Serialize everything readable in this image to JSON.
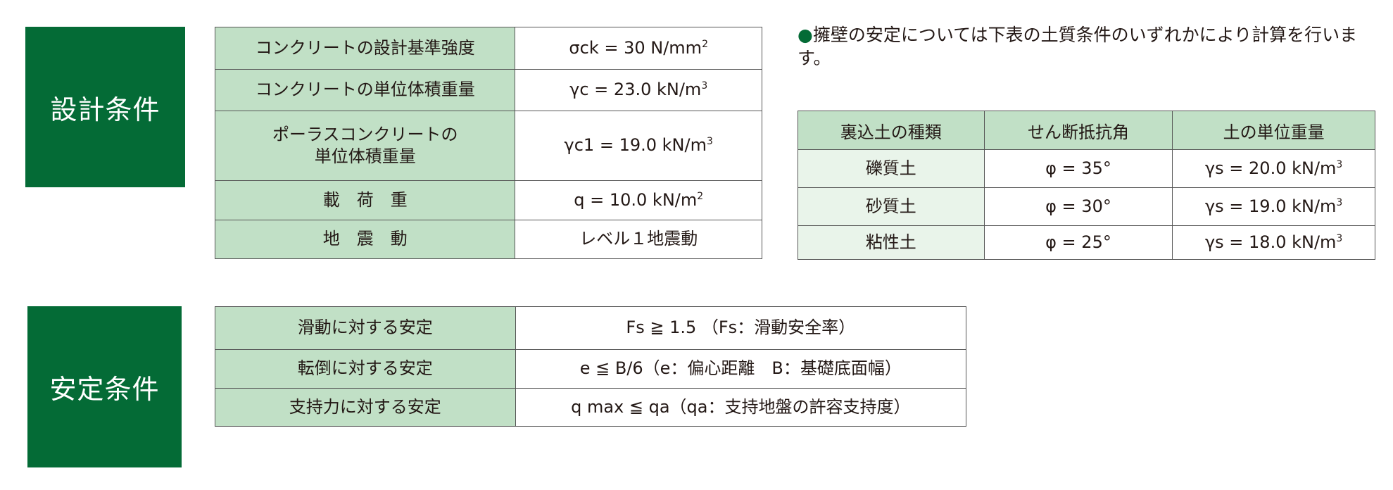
{
  "design": {
    "heading": "設計条件",
    "rows": [
      {
        "label": "コンクリートの設計基準強度",
        "value": "σck = 30 N/mm",
        "sup": "2"
      },
      {
        "label": "コンクリートの単位体積重量",
        "value": "γc = 23.0 kN/m",
        "sup": "3"
      },
      {
        "label": "ポーラスコンクリートの",
        "label2": "単位体積重量",
        "value": "γc1 = 19.0 kN/m",
        "sup": "3"
      },
      {
        "label": "載　荷　重",
        "value": "q = 10.0 kN/m",
        "sup": "2"
      },
      {
        "label": "地　震　動",
        "value": "レベル１地震動",
        "sup": ""
      }
    ]
  },
  "note": {
    "bullet": "●",
    "text": "擁壁の安定については下表の土質条件のいずれかにより計算を行います。"
  },
  "soil": {
    "headers": [
      "裏込土の種類",
      "せん断抵抗角",
      "土の単位重量"
    ],
    "rows": [
      [
        "礫質土",
        "φ = 35°",
        "γs = 20.0 kN/m",
        "3"
      ],
      [
        "砂質土",
        "φ = 30°",
        "γs = 19.0 kN/m",
        "3"
      ],
      [
        "粘性土",
        "φ = 25°",
        "γs = 18.0 kN/m",
        "3"
      ]
    ]
  },
  "stability": {
    "heading": "安定条件",
    "rows": [
      {
        "label": "滑動に対する安定",
        "value": "Fs ≧ 1.5 （Fs：滑動安全率）"
      },
      {
        "label": "転倒に対する安定",
        "value": "e ≦ B/6（e：偏心距離　B：基礎底面幅）"
      },
      {
        "label": "支持力に対する安定",
        "value": "q max ≦ qa（qa：支持地盤の許容支持度）"
      }
    ]
  }
}
